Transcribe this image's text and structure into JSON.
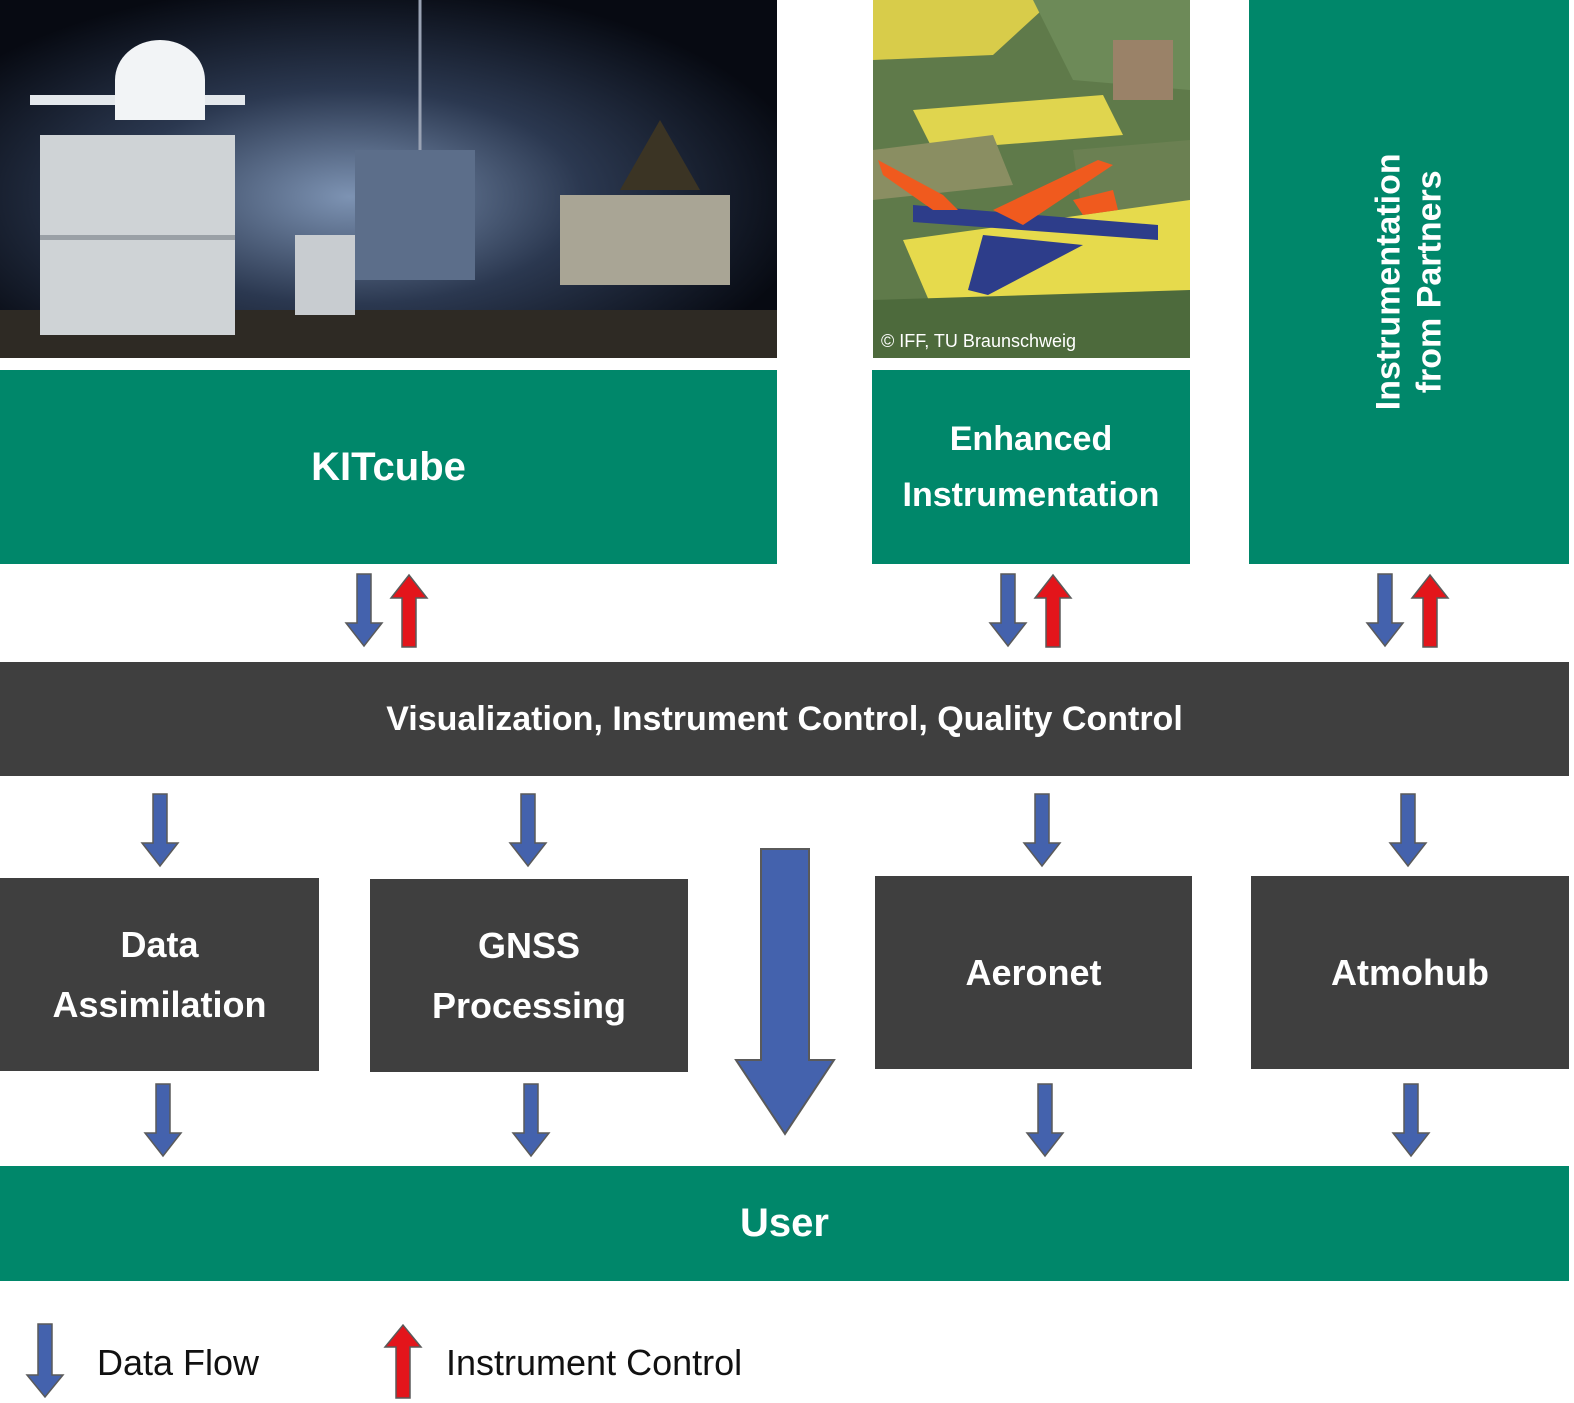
{
  "photos": {
    "kitcube": "KITcube field site at night (photo)",
    "aircraft": "Research aircraft over fields (photo)",
    "aircraft_credit": "© IFF, TU Braunschweig"
  },
  "top_boxes": {
    "kitcube": "KITcube",
    "enhanced_line1": "Enhanced",
    "enhanced_line2": "Instrumentation",
    "partners_line1": "Instrumentation",
    "partners_line2": "from Partners"
  },
  "central_bar": "Visualization, Instrument Control, Quality Control",
  "processing": {
    "data_assimilation_line1": "Data",
    "data_assimilation_line2": "Assimilation",
    "gnss_line1": "GNSS",
    "gnss_line2": "Processing",
    "aeronet": "Aeronet",
    "atmohub": "Atmohub"
  },
  "user": "User",
  "legend": {
    "data_flow": "Data Flow",
    "instrument_control": "Instrument Control"
  },
  "colors": {
    "green": "#00876a",
    "dark": "#3f3f3f",
    "data_flow_arrow": "#4462ad",
    "control_arrow": "#e3151b"
  }
}
